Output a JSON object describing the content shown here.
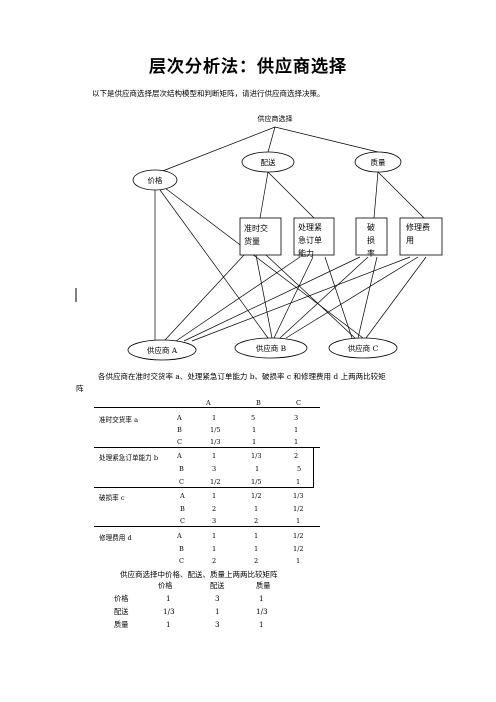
{
  "title": "层次分析法：供应商选择",
  "intro": "以下是供应商选择层次结构模型和判断矩阵，请进行供应商选择决策。",
  "hierarchy": {
    "goal": "供应商选择",
    "criteria": {
      "price": "价格",
      "delivery": "配送",
      "quality": "质量"
    },
    "subcriteria": {
      "on_time_1": "准时交",
      "on_time_2": "货量",
      "urgent_1": "处理紧",
      "urgent_2": "急订单",
      "urgent_3": "能力",
      "damage_1": "破",
      "damage_2": "损",
      "damage_3": "率",
      "repair_1": "修理费",
      "repair_2": "用"
    },
    "alternatives": {
      "a": "供应商 A",
      "b": "供应商 B",
      "c": "供应商 C"
    }
  },
  "para1": "各供应商在准时交货率 a、处理紧急订单能力 b、破损率 c 和修理费用 d 上两两比较矩",
  "para1_wrap": "阵",
  "table": {
    "header": [
      "A",
      "B",
      "C"
    ],
    "blocks": [
      {
        "label": "准时交货率 a",
        "rows": [
          {
            "name": "A",
            "values": [
              "1",
              "5",
              "3"
            ]
          },
          {
            "name": "B",
            "values": [
              "1/5",
              "1",
              "1"
            ]
          },
          {
            "name": "C",
            "values": [
              "1/3",
              "1",
              "1"
            ]
          }
        ]
      },
      {
        "label": "处理紧急订单能力 b",
        "rows": [
          {
            "name": "A",
            "values": [
              "1",
              "1/3",
              "2"
            ]
          },
          {
            "name": "B",
            "values": [
              "3",
              "1",
              "5"
            ]
          },
          {
            "name": "C",
            "values": [
              "1/2",
              "1/5",
              "1"
            ]
          }
        ]
      },
      {
        "label": "破损率 c",
        "rows": [
          {
            "name": "A",
            "values": [
              "1",
              "1/2",
              "1/3"
            ]
          },
          {
            "name": "B",
            "values": [
              "2",
              "1",
              "1/2"
            ]
          },
          {
            "name": "C",
            "values": [
              "3",
              "2",
              "1"
            ]
          }
        ]
      },
      {
        "label": "修理费用 d",
        "rows": [
          {
            "name": "A",
            "values": [
              "1",
              "1",
              "1/2"
            ]
          },
          {
            "name": "B",
            "values": [
              "1",
              "1",
              "1/2"
            ]
          },
          {
            "name": "C",
            "values": [
              "2",
              "2",
              "1"
            ]
          }
        ]
      }
    ]
  },
  "para2": "供应商选择中价格、配送、质量上两两比较矩阵",
  "matrix2": {
    "header": [
      "价格",
      "配送",
      "质量"
    ],
    "rows": [
      {
        "name": "价格",
        "values": [
          "1",
          "3",
          "1"
        ]
      },
      {
        "name": "配送",
        "values": [
          "1/3",
          "1",
          "1/3"
        ]
      },
      {
        "name": "质量",
        "values": [
          "1",
          "3",
          "1"
        ]
      }
    ]
  }
}
